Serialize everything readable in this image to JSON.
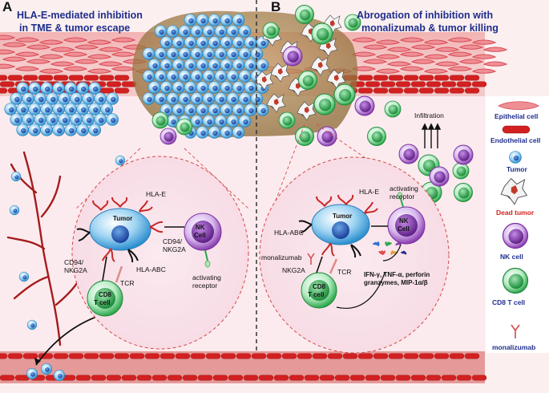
{
  "panels": {
    "a": {
      "letter": "A",
      "title_line1": "HLA-E-mediated inhibition",
      "title_line2": "in TME & tumor escape"
    },
    "b": {
      "letter": "B",
      "title_line1": "Abrogation of inhibition with",
      "title_line2": "monalizumab & tumor killing"
    }
  },
  "inset_a": {
    "tumor": "Tumor",
    "hla_e": "HLA-E",
    "hla_abc": "HLA-ABC",
    "cd94_left_1": "CD94/",
    "cd94_left_2": "NKG2A",
    "cd94_right_1": "CD94/",
    "cd94_right_2": "NKG2A",
    "tcr": "TCR",
    "cd8_1": "CD8",
    "cd8_2": "T cell",
    "nk_1": "NK",
    "nk_2": "Cell",
    "activating_1": "activating",
    "activating_2": "receptor"
  },
  "inset_b": {
    "tumor": "Tumor",
    "hla_e": "HLA-E",
    "hla_abc": "HLA-ABC",
    "monalizumab": "monalizumab",
    "nkg2a": "NKG2A",
    "tcr": "TCR",
    "cd8_1": "CD8",
    "cd8_2": "T cell",
    "nk_1": "NK",
    "nk_2": "Cell",
    "activating_1": "activating",
    "activating_2": "receptor",
    "cytokines_1": "IFN-γ, TNF-α, perforin",
    "cytokines_2": "granzymes, MIP-1α/β"
  },
  "infiltration": "Infiltration",
  "legend": {
    "epithelial": "Epithelial cell",
    "endothelial": "Endothelial cell",
    "tumor": "Tumor",
    "dead_tumor": "Dead tumor",
    "nk": "NK cell",
    "cd8": "CD8 T cell",
    "monalizumab": "monalizumab"
  },
  "colors": {
    "title": "#1f2e8c",
    "dead_tumor_label": "#d0241f",
    "vessel": "#c81e1e",
    "tumor_cell": "#3aa0d8",
    "nk_cell": "#8a3fb0",
    "cd8_cell": "#2aa84a"
  }
}
